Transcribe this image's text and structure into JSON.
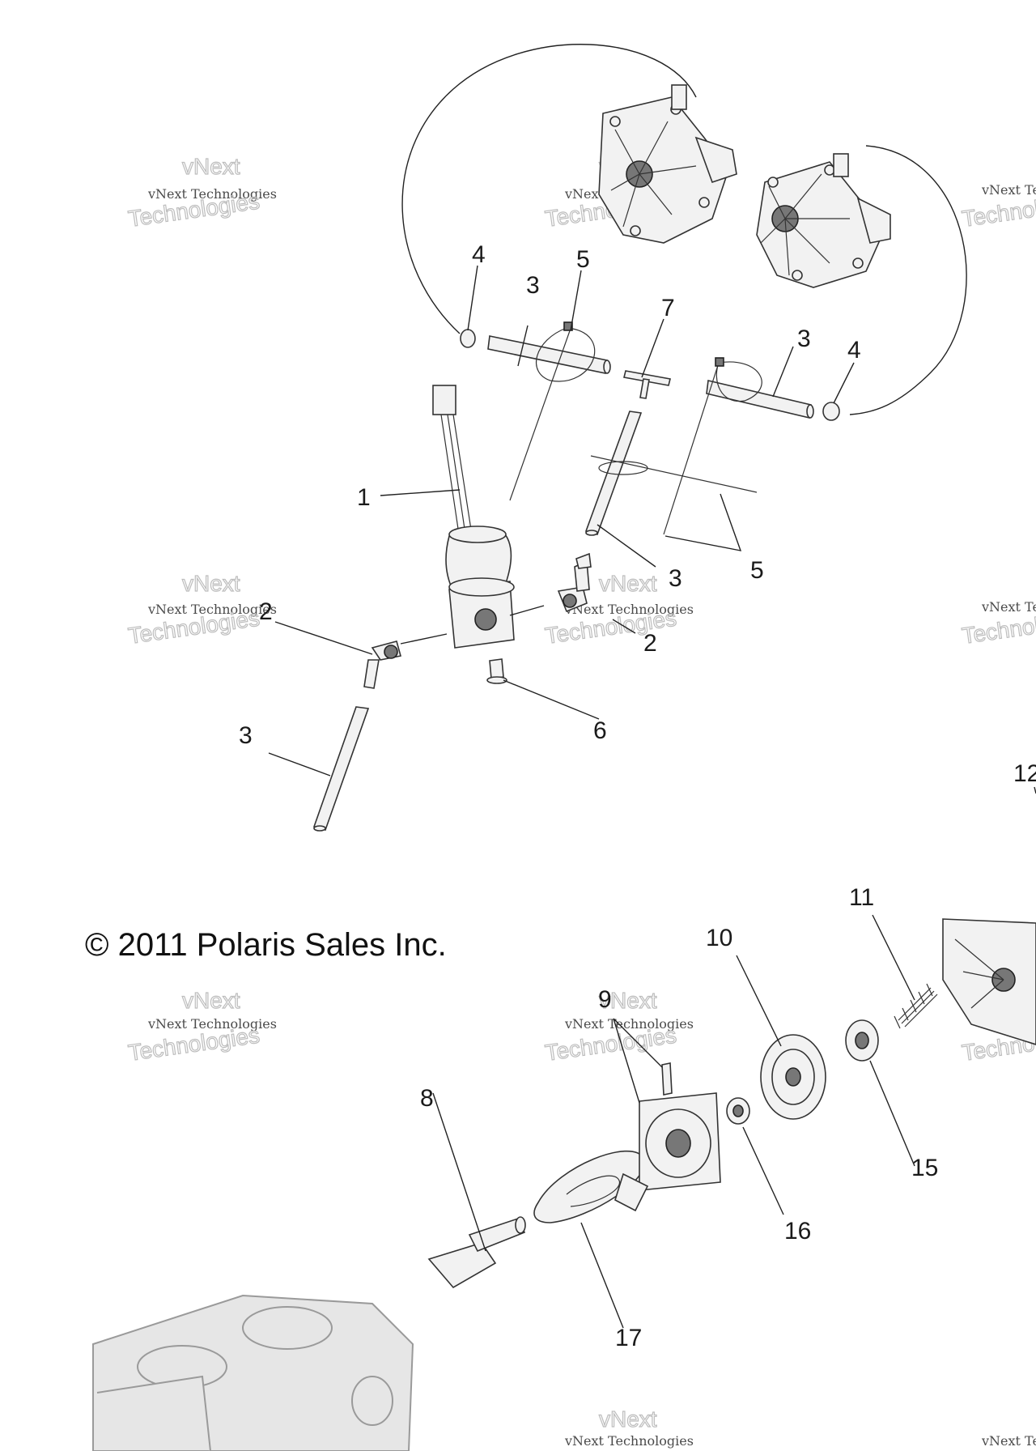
{
  "copyright": "© 2011 Polaris Sales Inc.",
  "watermark": {
    "name": "vNext Technologies",
    "big": "Technologies",
    "top": "vNext"
  },
  "callouts": [
    {
      "id": "c1",
      "label": "1"
    },
    {
      "id": "c2a",
      "label": "2"
    },
    {
      "id": "c2b",
      "label": "2"
    },
    {
      "id": "c3a",
      "label": "3"
    },
    {
      "id": "c3b",
      "label": "3"
    },
    {
      "id": "c3c",
      "label": "3"
    },
    {
      "id": "c3d",
      "label": "3"
    },
    {
      "id": "c4a",
      "label": "4"
    },
    {
      "id": "c4b",
      "label": "4"
    },
    {
      "id": "c5a",
      "label": "5"
    },
    {
      "id": "c5b",
      "label": "5"
    },
    {
      "id": "c6",
      "label": "6"
    },
    {
      "id": "c7",
      "label": "7"
    },
    {
      "id": "c8",
      "label": "8"
    },
    {
      "id": "c9",
      "label": "9"
    },
    {
      "id": "c10",
      "label": "10"
    },
    {
      "id": "c11",
      "label": "11"
    },
    {
      "id": "c12",
      "label": "12"
    },
    {
      "id": "c15",
      "label": "15"
    },
    {
      "id": "c16",
      "label": "16"
    },
    {
      "id": "c17",
      "label": "17"
    }
  ]
}
